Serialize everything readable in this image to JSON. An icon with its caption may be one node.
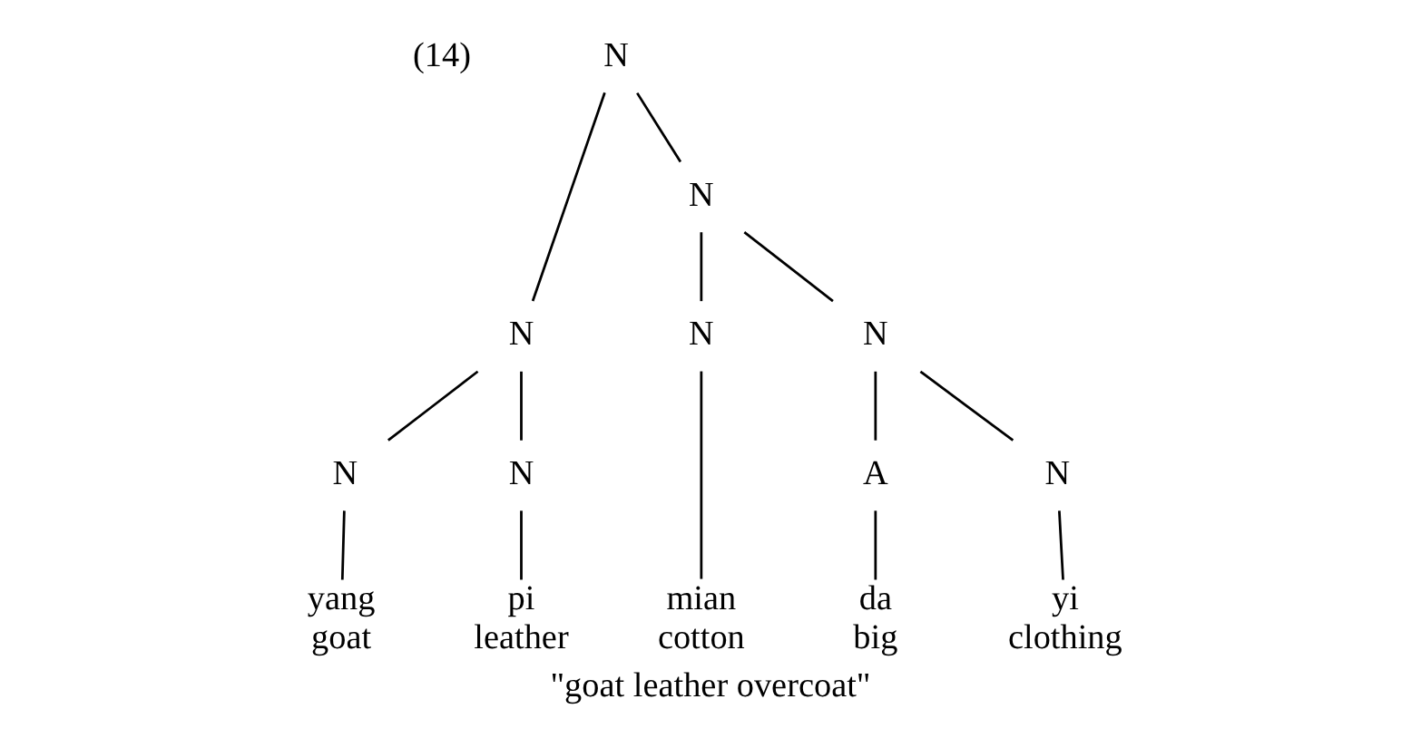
{
  "diagram": {
    "caption": "\"goat leather overcoat\"",
    "nodes": [
      {
        "text": [
          "N"
        ]
      },
      {
        "text": [
          "N"
        ]
      },
      {
        "text": [
          "N"
        ]
      },
      {
        "text": [
          "N"
        ]
      },
      {
        "text": [
          "N"
        ]
      },
      {
        "text": [
          "N"
        ]
      },
      {
        "text": [
          "N"
        ]
      },
      {
        "text": [
          "A"
        ]
      },
      {
        "text": [
          "N"
        ]
      },
      {
        "text": [
          "yang",
          "goat"
        ]
      },
      {
        "text": [
          "pi",
          "leather"
        ]
      },
      {
        "text": [
          "mian",
          "cotton"
        ]
      },
      {
        "text": [
          "da",
          "big"
        ]
      },
      {
        "text": [
          "yi",
          "clothing"
        ]
      }
    ],
    "edges": [
      {
        "from": 0,
        "to": 1,
        "arrow": "none"
      },
      {
        "from": 0,
        "to": 2,
        "arrow": "none"
      },
      {
        "from": 1,
        "to": 3,
        "arrow": "none"
      },
      {
        "from": 1,
        "to": 4,
        "arrow": "none"
      },
      {
        "from": 2,
        "to": 5,
        "arrow": "none"
      },
      {
        "from": 2,
        "to": 6,
        "arrow": "none"
      },
      {
        "from": 6,
        "to": 7,
        "arrow": "none"
      },
      {
        "from": 6,
        "to": 8,
        "arrow": "none"
      },
      {
        "from": 3,
        "to": 9,
        "arrow": "none"
      },
      {
        "from": 4,
        "to": 10,
        "arrow": "none"
      },
      {
        "from": 5,
        "to": 11,
        "arrow": "none"
      },
      {
        "from": 7,
        "to": 12,
        "arrow": "none"
      },
      {
        "from": 8,
        "to": 13,
        "arrow": "none"
      }
    ],
    "labels": [
      "(14)"
    ]
  }
}
